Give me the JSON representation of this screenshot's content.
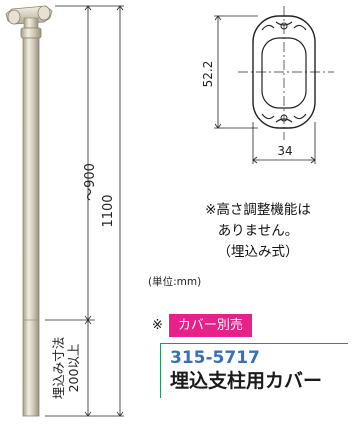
{
  "dimensions": {
    "total_height": "1100",
    "above_ground": "～900",
    "burial_depth_line1": "埋込み寸法",
    "burial_depth_line2": "200以上",
    "cross_section_height": "52.2",
    "cross_section_width": "34"
  },
  "notes": {
    "line1": "※高さ調整機能は",
    "line2": "ありません。",
    "line3": "（埋込み式）",
    "unit": "(単位:mm)"
  },
  "cover": {
    "asterisk": "※",
    "label": "カバー別売"
  },
  "product": {
    "code": "315-5717",
    "name": "埋込支柱用カバー"
  },
  "colors": {
    "cover_badge": "#e8208a",
    "product_code": "#3a6fb8",
    "product_border": "#1f9a5a",
    "pole": "#d9d4c2"
  }
}
